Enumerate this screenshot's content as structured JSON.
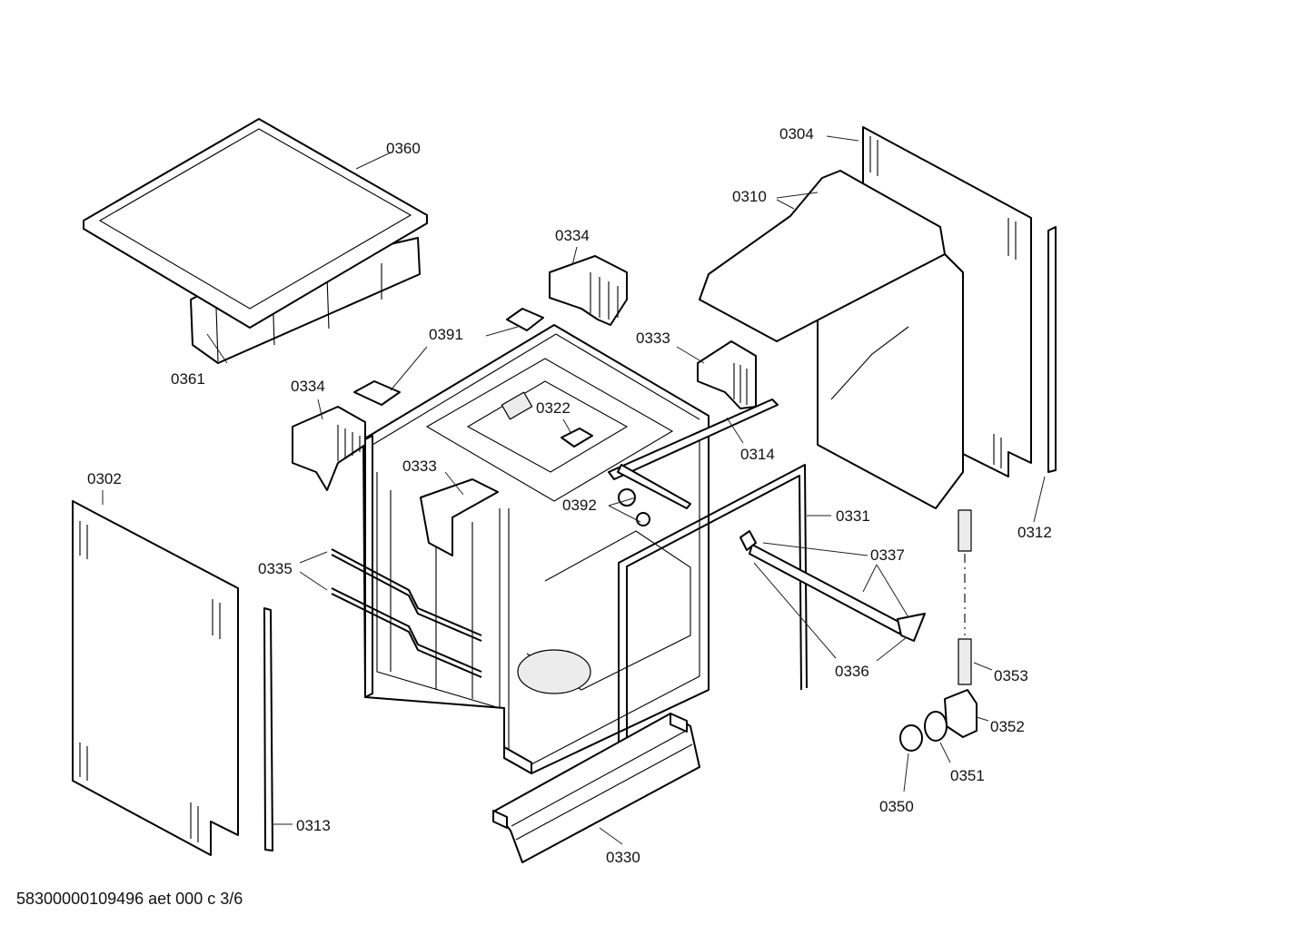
{
  "diagram": {
    "part_labels": {
      "p0360": "0360",
      "p0361": "0361",
      "p0334a": "0334",
      "p0391": "0391",
      "p0334b": "0334",
      "p0333a": "0333",
      "p0322": "0322",
      "p0333b": "0333",
      "p0304": "0304",
      "p0310": "0310",
      "p0314": "0314",
      "p0312": "0312",
      "p0302": "0302",
      "p0392": "0392",
      "p0331": "0331",
      "p0335": "0335",
      "p0337": "0337",
      "p0336": "0336",
      "p0353": "0353",
      "p0352": "0352",
      "p0351": "0351",
      "p0350": "0350",
      "p0313": "0313",
      "p0330": "0330"
    }
  },
  "footer": {
    "document_code": "58300000109496 aet 000 c 3/6"
  }
}
